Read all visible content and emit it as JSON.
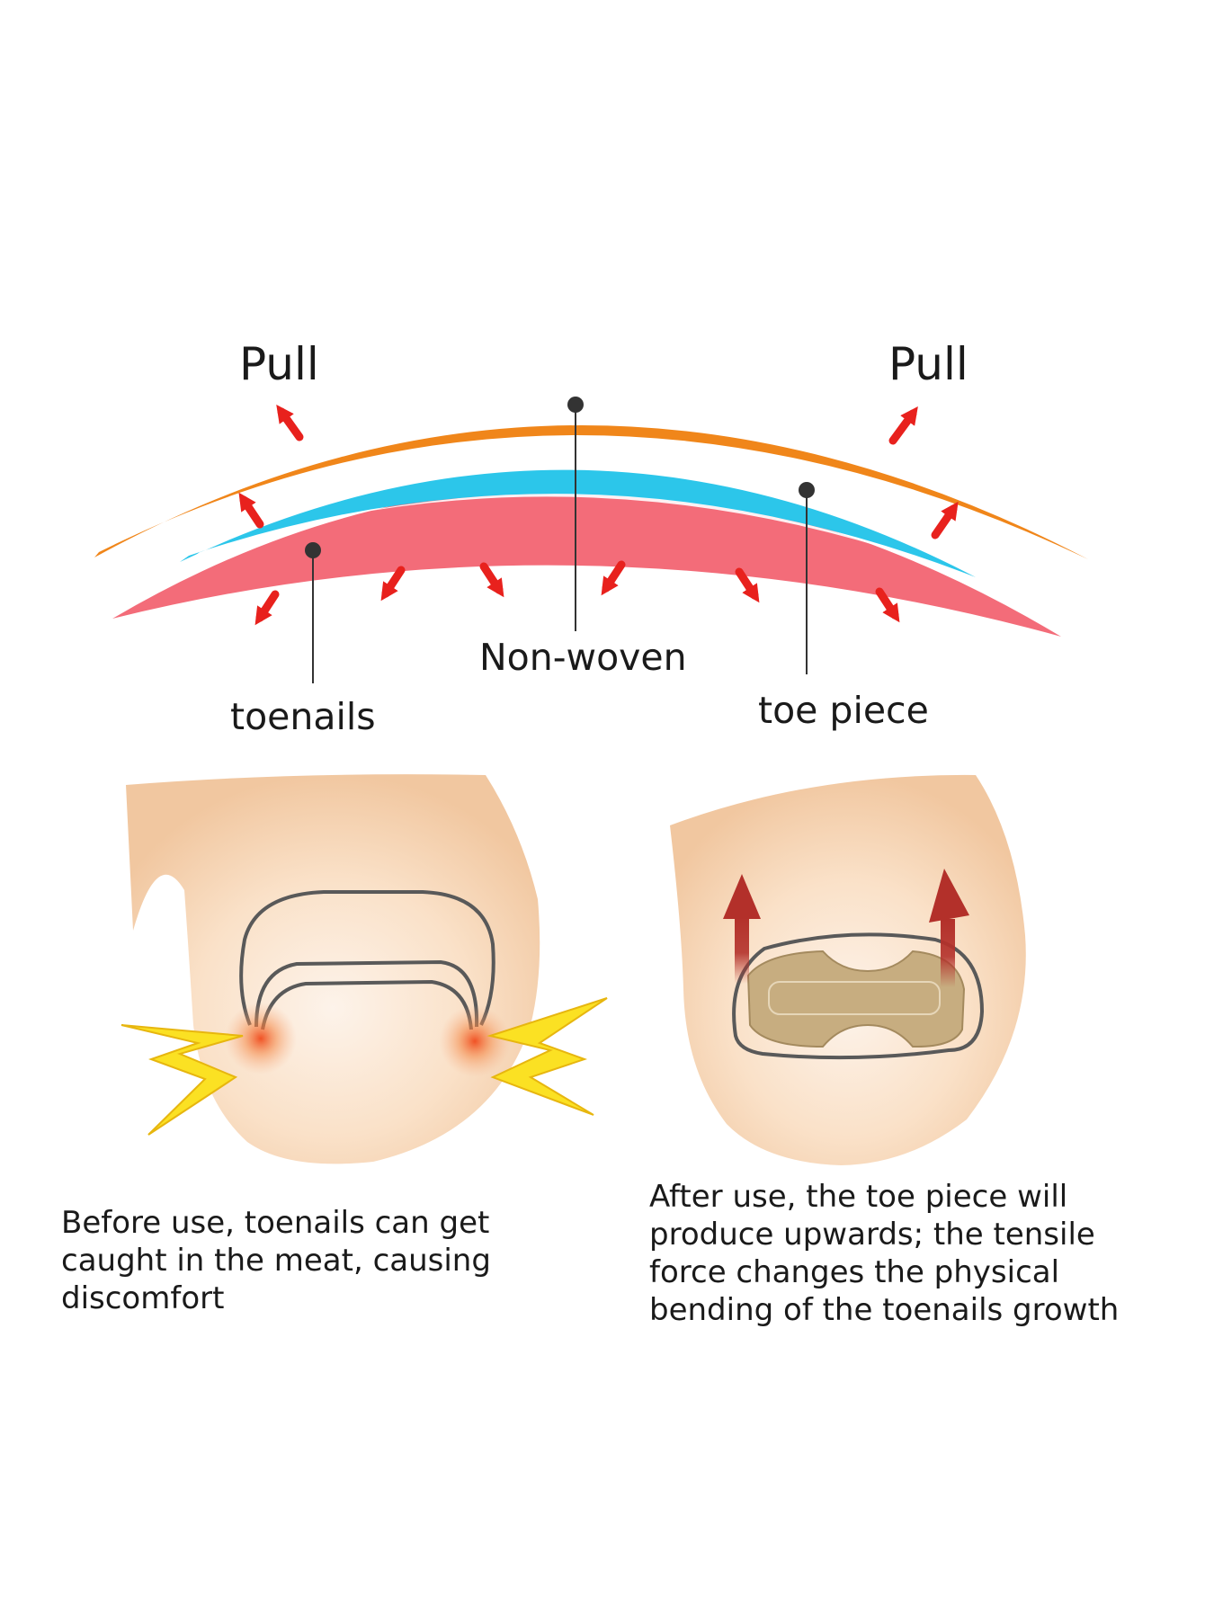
{
  "labels": {
    "pull_left": "Pull",
    "pull_right": "Pull",
    "non_woven": "Non-woven",
    "toenails": "toenails",
    "toe_piece": "toe piece"
  },
  "captions": {
    "before": "Before use, toenails can get caught in the meat, causing discomfort",
    "after": "After use, the toe piece will produce upwards; the tensile force changes the physical bending of the toenails growth"
  },
  "colors": {
    "non_woven_layer": "#f0861a",
    "toe_piece_layer": "#2cc6ea",
    "toenail_layer": "#f36c79",
    "arrow": "#e8211d",
    "skin": "#f5d3b2",
    "pain_bolt": "#fbe123",
    "growth_arrow": "#b3302a",
    "patch": "#c7ad80"
  }
}
